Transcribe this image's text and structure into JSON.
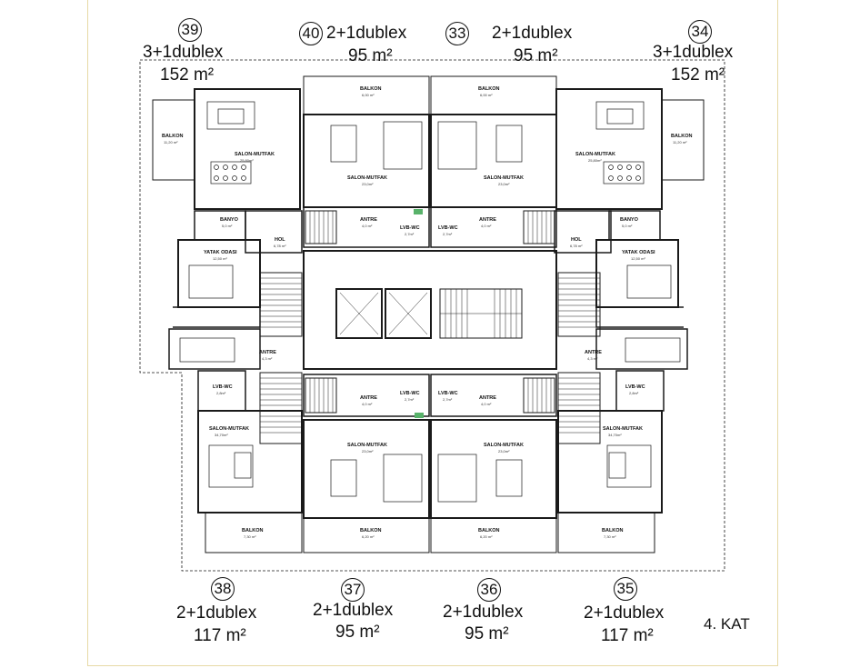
{
  "floor_label": "4. KAT",
  "units_top": [
    {
      "number": "39",
      "type": "3+1dublex",
      "area": "152 m²"
    },
    {
      "number": "40",
      "type": "2+1dublex",
      "area": "95 m²"
    },
    {
      "number": "33",
      "type": "2+1dublex",
      "area": "95 m²"
    },
    {
      "number": "34",
      "type": "3+1dublex",
      "area": "152 m²"
    }
  ],
  "units_bottom": [
    {
      "number": "38",
      "type": "2+1dublex",
      "area": "117 m²"
    },
    {
      "number": "37",
      "type": "2+1dublex",
      "area": "95 m²"
    },
    {
      "number": "36",
      "type": "2+1dublex",
      "area": "95 m²"
    },
    {
      "number": "35",
      "type": "2+1dublex",
      "area": "117 m²"
    }
  ],
  "rooms": {
    "balkon": "BALKON",
    "salon_mutfak": "SALON-MUTFAK",
    "banyo": "BANYO",
    "hol": "HOL",
    "yatak_odasi": "YATAK ODASI",
    "antre": "ANTRE",
    "lvb_wc": "LVB-WC"
  },
  "areas": {
    "balkon_top_l": "11,20 m²",
    "balkon_top_r": "11,20 m²",
    "balkon_40": "6,00 m²",
    "balkon_33": "6,00 m²",
    "salon_39": "25,80m²",
    "salon_34": "25,80m²",
    "salon_40": "23,0m²",
    "salon_33": "23,0m²",
    "banyo": "5,0 m²",
    "hol": "6,78 m²",
    "yatak": "12,50 m²",
    "antre_top": "4,0 m²",
    "lvb_top": "2,7m²",
    "antre_side": "4,3 m²",
    "lvb_side": "2,8m²",
    "salon_38": "34,70m²",
    "salon_35": "34,70m²",
    "salon_37": "23,0m²",
    "salon_36": "23,0m²",
    "balkon_38": "7,30 m²",
    "balkon_37": "6,20 m²",
    "balkon_36": "6,20 m²",
    "balkon_35": "7,30 m²"
  },
  "colors": {
    "line": "#1a1a1a",
    "wall": "#000000",
    "frame": "#e7d9a6",
    "green": "#58b26a"
  }
}
